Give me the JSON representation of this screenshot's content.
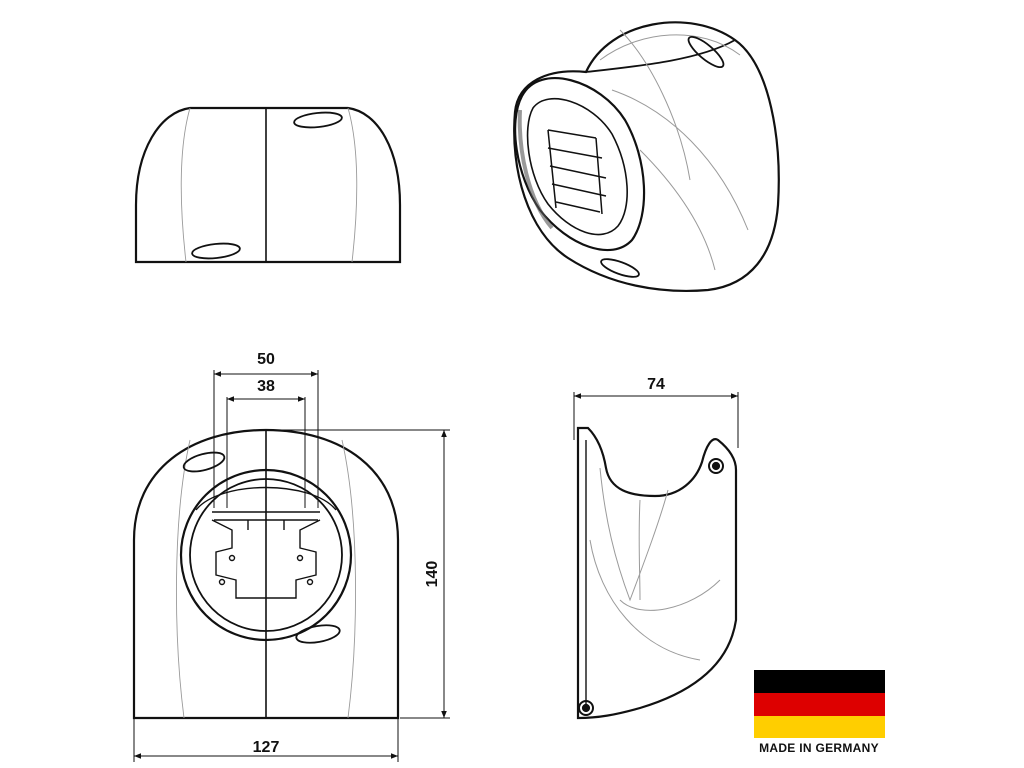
{
  "dimensions": {
    "outer_opening_width": "50",
    "inner_opening_width": "38",
    "height": "140",
    "width": "127",
    "depth": "74"
  },
  "badge": {
    "caption": "MADE IN GERMANY",
    "flag_colors": [
      "#000000",
      "#dd0000",
      "#ffce00"
    ]
  },
  "colors": {
    "line": "#111111",
    "hidden_line": "#9a9a9a"
  }
}
